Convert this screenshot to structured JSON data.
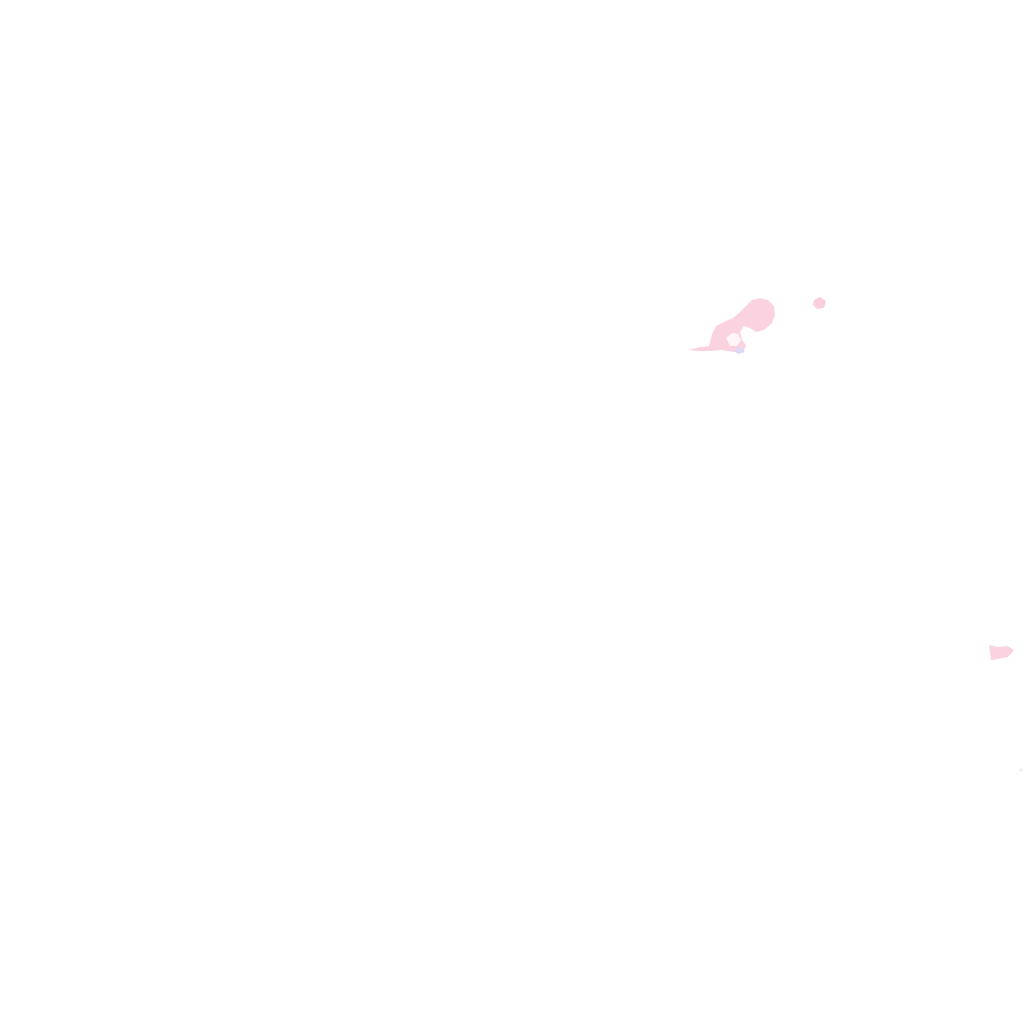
{
  "page": {
    "text": []
  },
  "colors": {
    "background": "#ffffff",
    "blot_pink": "#fbd3e0",
    "blot_pink_light": "#fde4ec",
    "blot_lavender": "#dcd9f7"
  },
  "marks": [
    {
      "kind": "pink-blot",
      "color": "blot_pink"
    },
    {
      "kind": "pink-blot",
      "color": "blot_pink"
    },
    {
      "kind": "lavender-blot",
      "color": "blot_lavender"
    },
    {
      "kind": "pink-blot",
      "color": "blot_pink"
    },
    {
      "kind": "pink-blot",
      "color": "blot_pink"
    }
  ]
}
